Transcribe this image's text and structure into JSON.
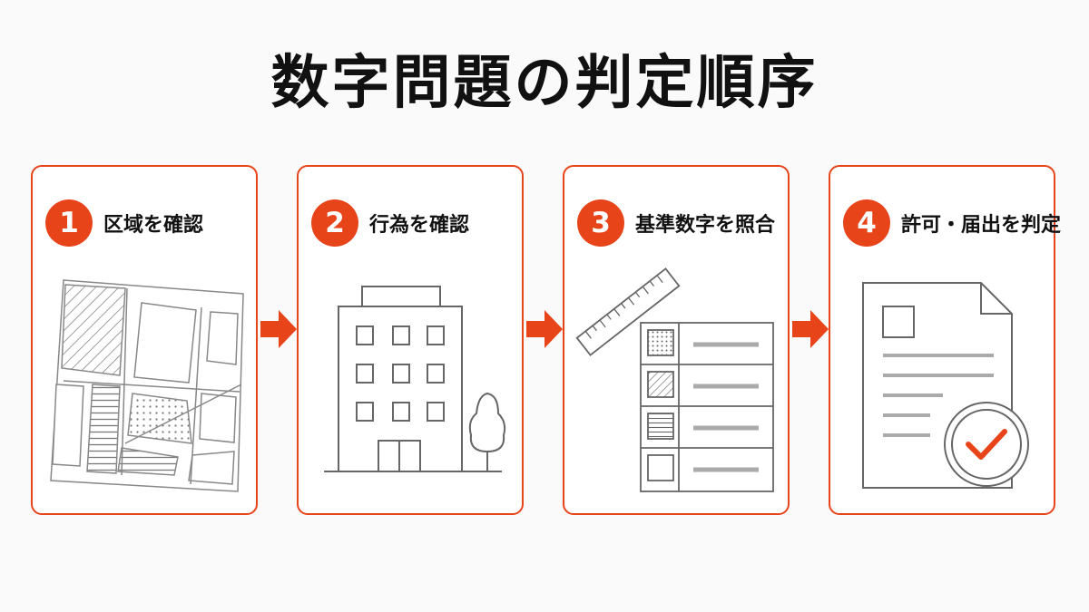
{
  "title": "数字問題の判定順序",
  "accent_color": "#e8441a",
  "steps": [
    {
      "number": "1",
      "label": "区域を確認",
      "icon": "zoning-map-icon"
    },
    {
      "number": "2",
      "label": "行為を確認",
      "icon": "building-icon"
    },
    {
      "number": "3",
      "label": "基準数字を照合",
      "icon": "ruler-table-icon"
    },
    {
      "number": "4",
      "label": "許可・届出を判定",
      "icon": "document-check-icon"
    }
  ]
}
